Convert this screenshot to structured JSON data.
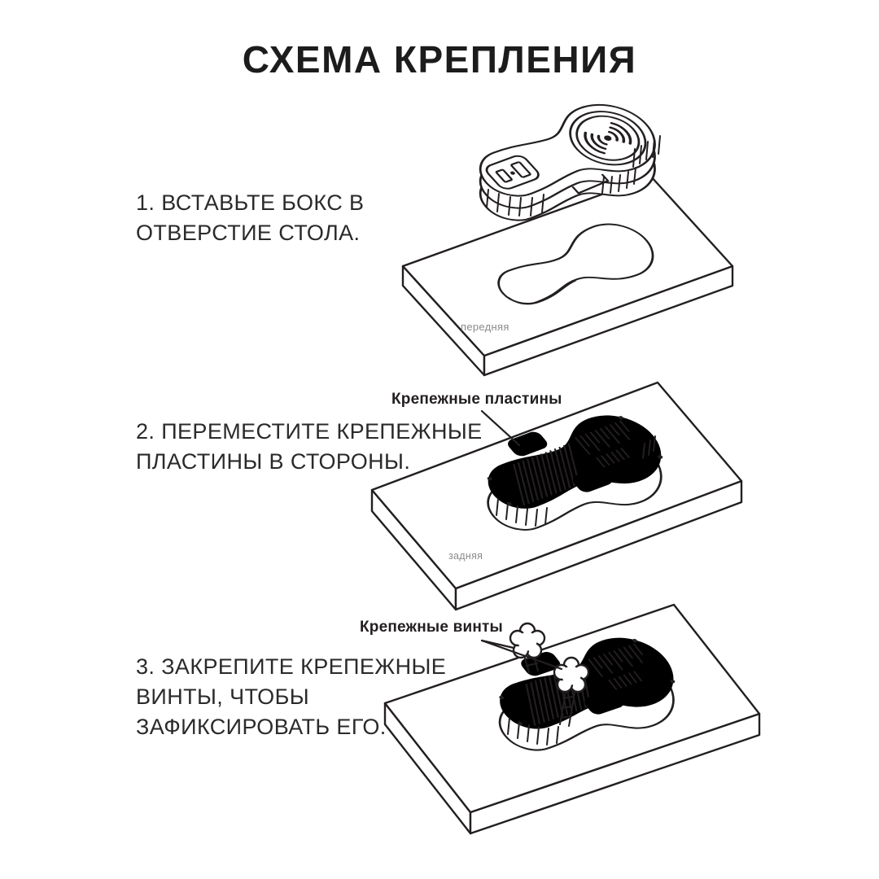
{
  "title": "СХЕМА КРЕПЛЕНИЯ",
  "steps": [
    {
      "lines": [
        "1. ВСТАВЬТЕ БОКС В",
        "ОТВЕРСТИЕ СТОЛА."
      ]
    },
    {
      "lines": [
        "2. ПЕРЕМЕСТИТЕ КРЕПЕЖНЫЕ",
        "ПЛАСТИНЫ В СТОРОНЫ."
      ]
    },
    {
      "lines": [
        "3. ЗАКРЕПИТЕ КРЕПЕЖНЫЕ",
        "ВИНТЫ, ЧТОБЫ",
        "ЗАФИКСИРОВАТЬ ЕГО."
      ]
    }
  ],
  "callouts": {
    "mounting_plates": "Крепежные пластины",
    "mounting_screws": "Крепежные винты"
  },
  "annotations": {
    "table_front": "передняя",
    "table_back": "задняя"
  },
  "colors": {
    "line": "#231f20",
    "text": "#2a2a2a",
    "muted": "#8a8a8a",
    "background": "#ffffff"
  }
}
